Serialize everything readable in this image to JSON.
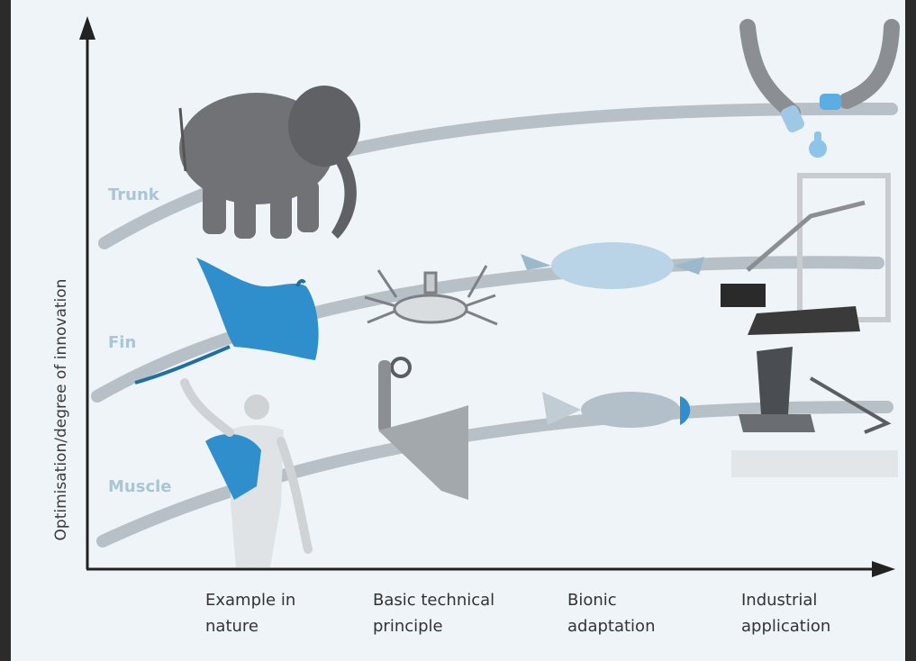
{
  "axis": {
    "y_title": "Optimisation/degree of innovation"
  },
  "rows": [
    {
      "label": "Trunk"
    },
    {
      "label": "Fin"
    },
    {
      "label": "Muscle"
    }
  ],
  "stages": [
    {
      "line1": "Example in",
      "line2": "nature"
    },
    {
      "line1": "Basic technical",
      "line2": "principle"
    },
    {
      "line1": "Bionic",
      "line2": "adaptation"
    },
    {
      "line1": "Industrial",
      "line2": "application"
    }
  ],
  "colors": {
    "curve": "#b7c0c6",
    "accent_blue": "#3aa0d8",
    "label_blue": "#a9c6d8",
    "axis": "#222222"
  }
}
